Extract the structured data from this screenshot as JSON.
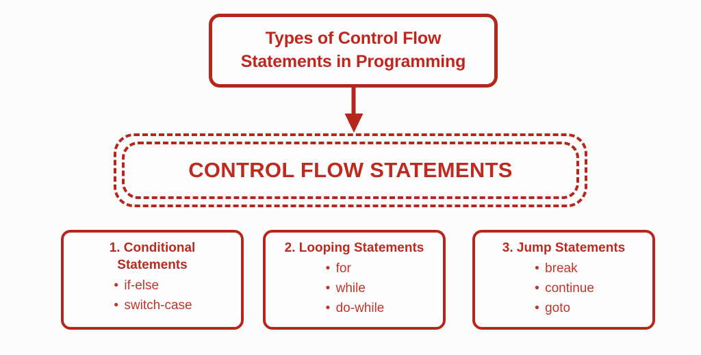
{
  "colors": {
    "accent": "#b5261d",
    "text_red": "#c0261d",
    "list_red": "#c0352b",
    "background": "#fbfbfb",
    "card_fill": "#fdfdfd"
  },
  "title_box": {
    "text": "Types of Control Flow Statements in Programming"
  },
  "connector": {
    "icon": "down-arrow-icon",
    "direction": "down"
  },
  "banner": {
    "text": "CONTROL FLOW STATEMENTS",
    "border_style": "double-dashed"
  },
  "cards": [
    {
      "id": "conditional",
      "heading": "1. Conditional\nStatements",
      "bullet": "•",
      "items": [
        "if-else",
        "switch-case"
      ]
    },
    {
      "id": "looping",
      "heading": "2. Looping Statements",
      "bullet": "•",
      "items": [
        "for",
        "while",
        "do-while"
      ]
    },
    {
      "id": "jump",
      "heading": "3. Jump Statements",
      "bullet": "•",
      "items": [
        "break",
        "continue",
        "goto"
      ]
    }
  ]
}
